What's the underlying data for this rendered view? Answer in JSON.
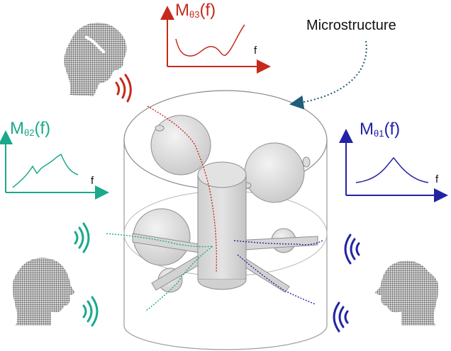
{
  "labels": {
    "microstructure": "Microstructure",
    "m_symbol": "M",
    "theta1": "θ1",
    "theta2": "θ2",
    "theta3": "θ3",
    "paren_f": "(f)",
    "f": "f"
  },
  "colors": {
    "red": "#c62a1a",
    "green": "#1aa98a",
    "blue": "#2323a6",
    "arrow_dotted": "#1f5d7a",
    "head_gray": "#7a7a7a"
  },
  "icons": {
    "listeners": [
      "head-facing-right-icon",
      "head-facing-right-icon",
      "head-facing-left-icon"
    ],
    "sound_waves": [
      "sound-wave-icon"
    ]
  }
}
